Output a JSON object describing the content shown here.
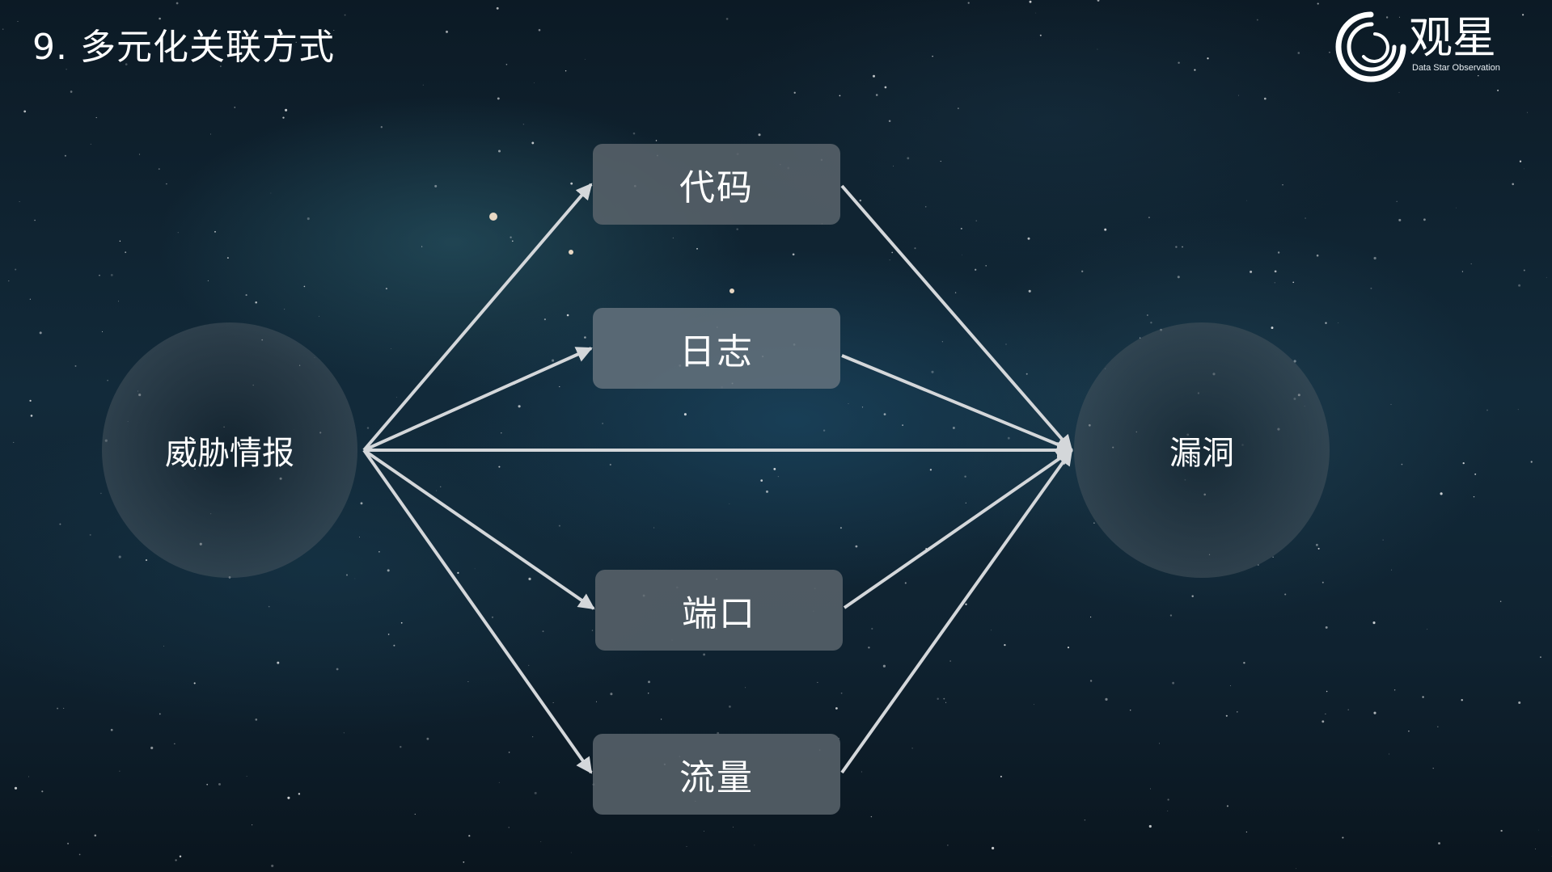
{
  "slide": {
    "title": "9. 多元化关联方式"
  },
  "logo": {
    "name": "观星",
    "subtitle": "Data Star Observation",
    "icon": "spiral-icon"
  },
  "diagram": {
    "source": "威胁情报",
    "target": "漏洞",
    "intermediates": [
      "代码",
      "日志",
      "端口",
      "流量"
    ],
    "direct_link": true,
    "line_color": "#d4d7da"
  }
}
